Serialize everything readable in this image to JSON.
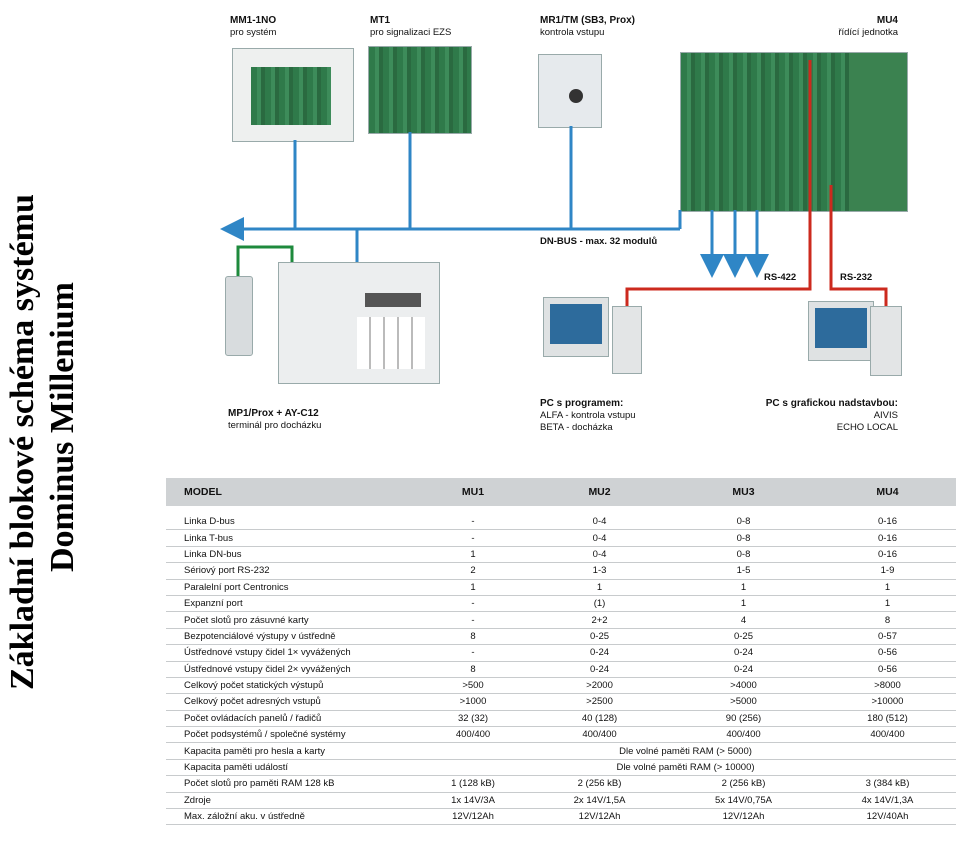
{
  "title": {
    "line1": "Základní blokové schéma systému",
    "line2": "Dominus Millenium"
  },
  "devices": {
    "mm1": {
      "name": "MM1-1NO",
      "desc": "pro systém"
    },
    "mt1": {
      "name": "MT1",
      "desc": "pro signalizaci EZS"
    },
    "mr1": {
      "name": "MR1/TM (SB3, Prox)",
      "desc": "kontrola vstupu"
    },
    "mu4": {
      "name": "MU4",
      "desc": "řídící jednotka"
    },
    "mp1": {
      "name": "MP1/Prox + AY-C12",
      "desc": "terminál pro docházku"
    },
    "pc1": {
      "name": "PC s programem:",
      "line1": "ALFA - kontrola vstupu",
      "line2": "BETA - docházka"
    },
    "pc2": {
      "name": "PC s grafickou nadstavbou:",
      "line1": "AIVIS",
      "line2": "ECHO LOCAL"
    }
  },
  "bus_labels": {
    "dnbus": "DN-BUS - max. 32 modulů",
    "rs422": "RS-422",
    "rs232": "RS-232"
  },
  "colors": {
    "bus_blue": "#2f86c6",
    "link_red": "#cc2a1e",
    "link_green": "#1e8a3c"
  },
  "table": {
    "headers": [
      "MODEL",
      "MU1",
      "MU2",
      "MU3",
      "MU4"
    ],
    "rows": [
      [
        "Linka D-bus",
        "-",
        "0-4",
        "0-8",
        "0-16"
      ],
      [
        "Linka T-bus",
        "-",
        "0-4",
        "0-8",
        "0-16"
      ],
      [
        "Linka DN-bus",
        "1",
        "0-4",
        "0-8",
        "0-16"
      ],
      [
        "Sériový port RS-232",
        "2",
        "1-3",
        "1-5",
        "1-9"
      ],
      [
        "Paralelní port Centronics",
        "1",
        "1",
        "1",
        "1"
      ],
      [
        "Expanzní port",
        "-",
        "(1)",
        "1",
        "1"
      ],
      [
        "Počet slotů pro zásuvné karty",
        "-",
        "2+2",
        "4",
        "8"
      ],
      [
        "Bezpotenciálové výstupy v ústředně",
        "8",
        "0-25",
        "0-25",
        "0-57"
      ],
      [
        "Ústřednové vstupy čidel 1× vyvážených",
        "-",
        "0-24",
        "0-24",
        "0-56"
      ],
      [
        "Ústřednové vstupy čidel 2× vyvážených",
        "8",
        "0-24",
        "0-24",
        "0-56"
      ],
      [
        "Celkový počet statických výstupů",
        ">500",
        ">2000",
        ">4000",
        ">8000"
      ],
      [
        "Celkový počet adresných vstupů",
        ">1000",
        ">2500",
        ">5000",
        ">10000"
      ],
      [
        "Počet ovládacích panelů / řadičů",
        "32 (32)",
        "40 (128)",
        "90 (256)",
        "180 (512)"
      ],
      [
        "Počet podsystémů / společné systémy",
        "400/400",
        "400/400",
        "400/400",
        "400/400"
      ],
      [
        "Kapacita paměti pro hesla a karty",
        "",
        "Dle volné paměti RAM (> 5000)",
        "",
        ""
      ],
      [
        "Kapacita paměti událostí",
        "",
        "Dle volné paměti RAM (> 10000)",
        "",
        ""
      ],
      [
        "Počet slotů pro paměti RAM 128 kB",
        "1 (128 kB)",
        "2 (256 kB)",
        "2 (256 kB)",
        "3 (384 kB)"
      ],
      [
        "Zdroje",
        "1x 14V/3A",
        "2x 14V/1,5A",
        "5x 14V/0,75A",
        "4x 14V/1,3A"
      ],
      [
        "Max. záložní aku. v ústředně",
        "12V/12Ah",
        "12V/12Ah",
        "12V/12Ah",
        "12V/40Ah"
      ]
    ]
  }
}
